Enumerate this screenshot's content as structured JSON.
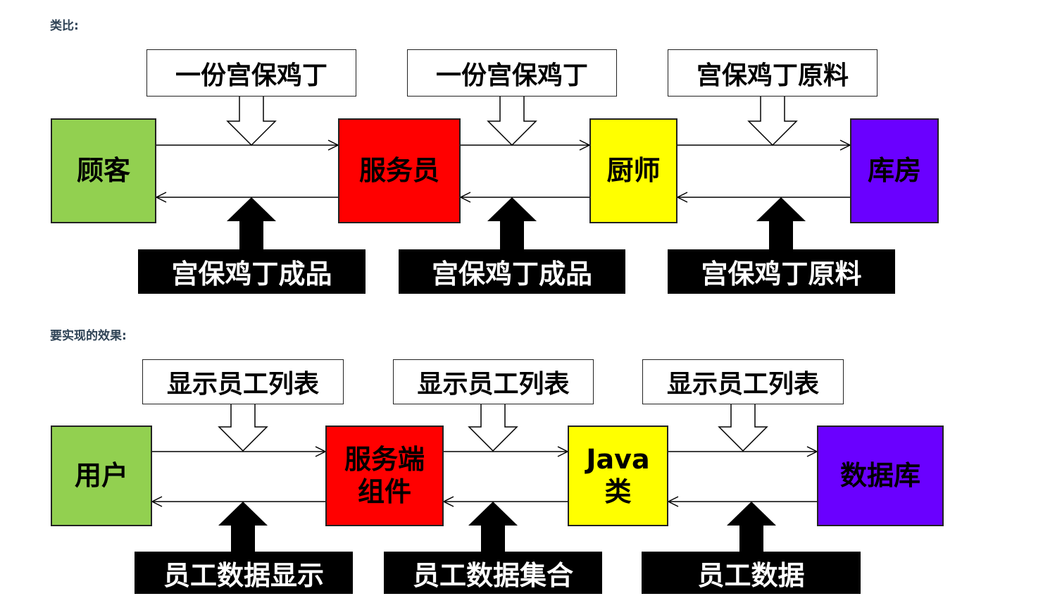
{
  "sections": [
    {
      "label": "类比:",
      "nodes": [
        {
          "text": "顾客",
          "color": "#92d050"
        },
        {
          "text": "服务员",
          "color": "#ff0000"
        },
        {
          "text": "厨师",
          "color": "#ffff00"
        },
        {
          "text": "库房",
          "color": "#6a00ff"
        }
      ],
      "requests": [
        "一份宫保鸡丁",
        "一份宫保鸡丁",
        "宫保鸡丁原料"
      ],
      "responses": [
        "宫保鸡丁成品",
        "宫保鸡丁成品",
        "宫保鸡丁原料"
      ]
    },
    {
      "label": "要实现的效果:",
      "nodes": [
        {
          "text": "用户",
          "color": "#92d050"
        },
        {
          "text": "服务端\n组件",
          "color": "#ff0000"
        },
        {
          "text": "Java\n类",
          "color": "#ffff00"
        },
        {
          "text": "数据库",
          "color": "#6a00ff"
        }
      ],
      "requests": [
        "显示员工列表",
        "显示员工列表",
        "显示员工列表"
      ],
      "responses": [
        "员工数据显示",
        "员工数据集合",
        "员工数据"
      ]
    }
  ]
}
